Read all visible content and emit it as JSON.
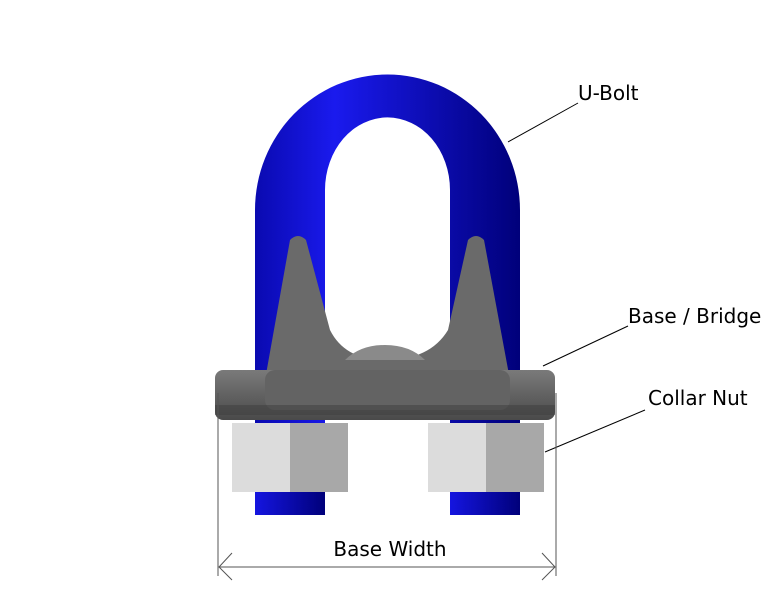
{
  "labels": {
    "u_bolt": "U-Bolt",
    "base_bridge": "Base / Bridge",
    "collar_nut": "Collar Nut",
    "base_width": "Base Width"
  },
  "colors": {
    "u_bolt": "#1010d8",
    "bridge": "#5e5e5e",
    "nut_light": "#dcdcdc",
    "nut_dark": "#a8a8a8"
  }
}
